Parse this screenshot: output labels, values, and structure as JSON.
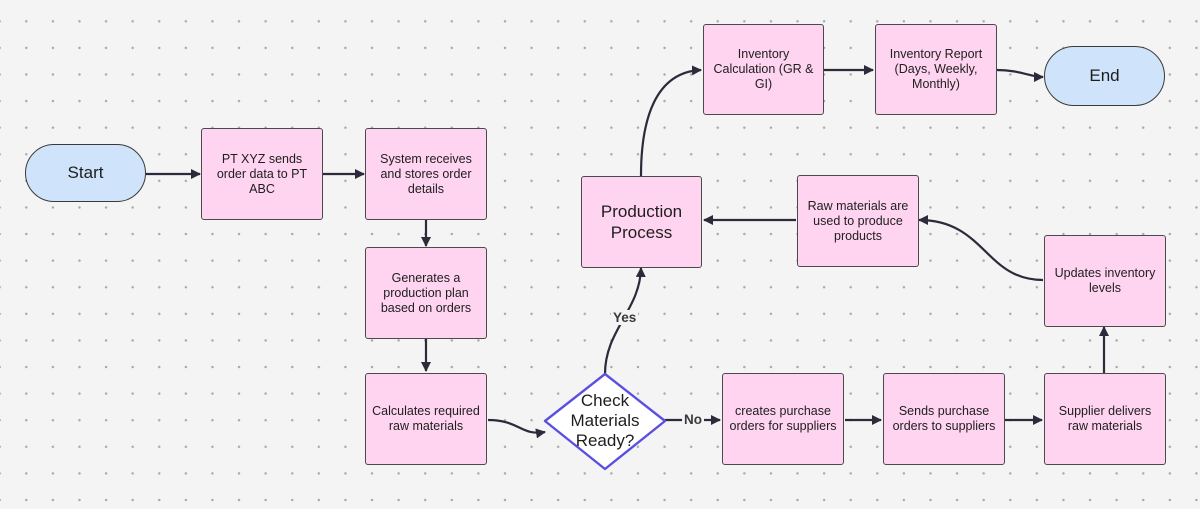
{
  "nodes": {
    "start": "Start",
    "send_order": "PT XYZ sends order data to PT ABC",
    "receive_order": "System receives and stores order details",
    "production_plan": "Generates a production plan based on orders",
    "calc_materials": "Calculates required raw materials",
    "check_materials": "Check Materials Ready?",
    "purchase_orders": "creates purchase orders for suppliers",
    "send_po": "Sends purchase orders to suppliers",
    "supplier_delivers": "Supplier delivers raw materials",
    "update_inventory": "Updates inventory levels",
    "raw_to_products": "Raw materials are used to produce products",
    "production_process": "Production Process",
    "inventory_calc": "Inventory Calculation (GR & GI)",
    "inventory_report": "Inventory Report (Days, Weekly, Monthly)",
    "end": "End"
  },
  "edge_labels": {
    "yes": "Yes",
    "no": "No"
  },
  "colors": {
    "process_fill": "#ffd4f0",
    "terminal_fill": "#cfe4fb",
    "decision_stroke": "#5a4fe0",
    "connector": "#2b2b3b"
  }
}
